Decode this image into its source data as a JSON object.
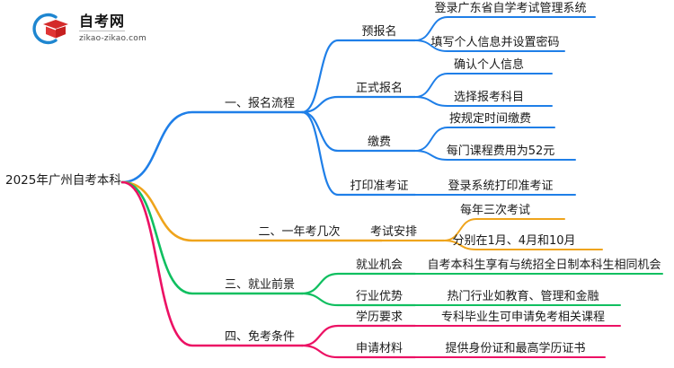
{
  "logo": {
    "title": "自考网",
    "subtitle": "zikao-zikao.com",
    "swoosh_color": "#1e86d0",
    "cap_color": "#d42a2a"
  },
  "colors": {
    "branch_1": "#1f7fe8",
    "branch_2": "#efa41c",
    "branch_3": "#10bf60",
    "branch_4": "#ec1164",
    "text": "#1a1a1a",
    "background": "#ffffff"
  },
  "mindmap": {
    "root": "2025年广州自考本科",
    "branches": [
      {
        "label": "一、报名流程",
        "color": "#1f7fe8",
        "children": [
          {
            "label": "预报名",
            "leaves": [
              "登录广东省自学考试管理系统",
              "填写个人信息并设置密码"
            ]
          },
          {
            "label": "正式报名",
            "leaves": [
              "确认个人信息",
              "选择报考科目"
            ]
          },
          {
            "label": "缴费",
            "leaves": [
              "按规定时间缴费",
              "每门课程费用为52元"
            ]
          },
          {
            "label": "打印准考证",
            "leaves": [
              "登录系统打印准考证"
            ]
          }
        ]
      },
      {
        "label": "二、一年考几次",
        "color": "#efa41c",
        "children": [
          {
            "label": "考试安排",
            "leaves": [
              "每年三次考试",
              "分别在1月、4月和10月"
            ]
          }
        ]
      },
      {
        "label": "三、就业前景",
        "color": "#10bf60",
        "children": [
          {
            "label": "就业机会",
            "leaves": [
              "自考本科生享有与统招全日制本科生相同机会"
            ]
          },
          {
            "label": "行业优势",
            "leaves": [
              "热门行业如教育、管理和金融"
            ]
          }
        ]
      },
      {
        "label": "四、免考条件",
        "color": "#ec1164",
        "children": [
          {
            "label": "学历要求",
            "leaves": [
              "专科毕业生可申请免考相关课程"
            ]
          },
          {
            "label": "申请材料",
            "leaves": [
              "提供身份证和最高学历证书"
            ]
          }
        ]
      }
    ]
  }
}
